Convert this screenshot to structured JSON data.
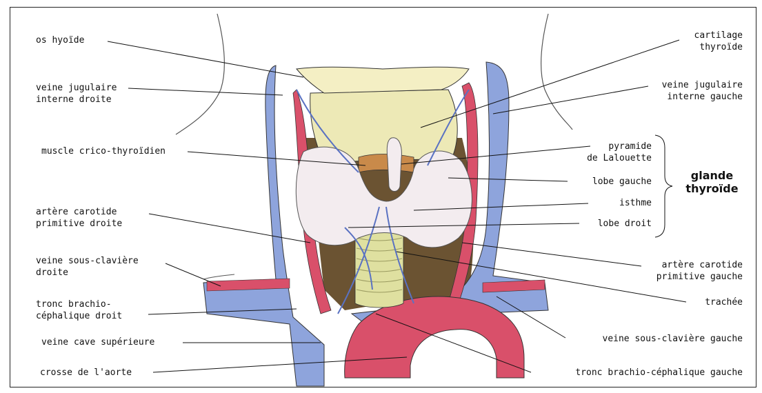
{
  "labels_left": {
    "os_hyoide": "os hyoïde",
    "veine_jugulaire_interne_droite": "veine jugulaire\ninterne droite",
    "muscle_crico_thyroidien": "muscle crico-thyroïdien",
    "artere_carotide_primitive_droite": "artère carotide\nprimitive droite",
    "veine_sous_claviere_droite": "veine sous-clavière\ndroite",
    "tronc_brachio_cephalique_droit": "tronc brachio-\ncéphalique droit",
    "veine_cave_superieure": "veine cave supérieure",
    "crosse_de_l_aorte": "crosse de l'aorte"
  },
  "labels_right": {
    "cartilage_thyroide": "cartilage\nthyroïde",
    "veine_jugulaire_interne_gauche": "veine jugulaire\ninterne gauche",
    "pyramide_de_lalouette": "pyramide\nde Lalouette",
    "lobe_gauche": "lobe gauche",
    "isthme": "isthme",
    "lobe_droit": "lobe droit",
    "artere_carotide_primitive_gauche": "artère carotide\nprimitive gauche",
    "trachee": "trachée",
    "veine_sous_claviere_gauche": "veine sous-clavière gauche",
    "tronc_brachio_cephalique_gauche": "tronc brachio-céphalique gauche"
  },
  "group_title": "glande\nthyroïde",
  "colors": {
    "vein": "#8ea4dc",
    "artery": "#d9506a",
    "thyroid": "#f3ecef",
    "cartilage": "#ede9b6",
    "muscle": "#c98a4a",
    "trachea": "#dfe0a0",
    "dark_tissue": "#6b5332",
    "outline": "#333333"
  }
}
